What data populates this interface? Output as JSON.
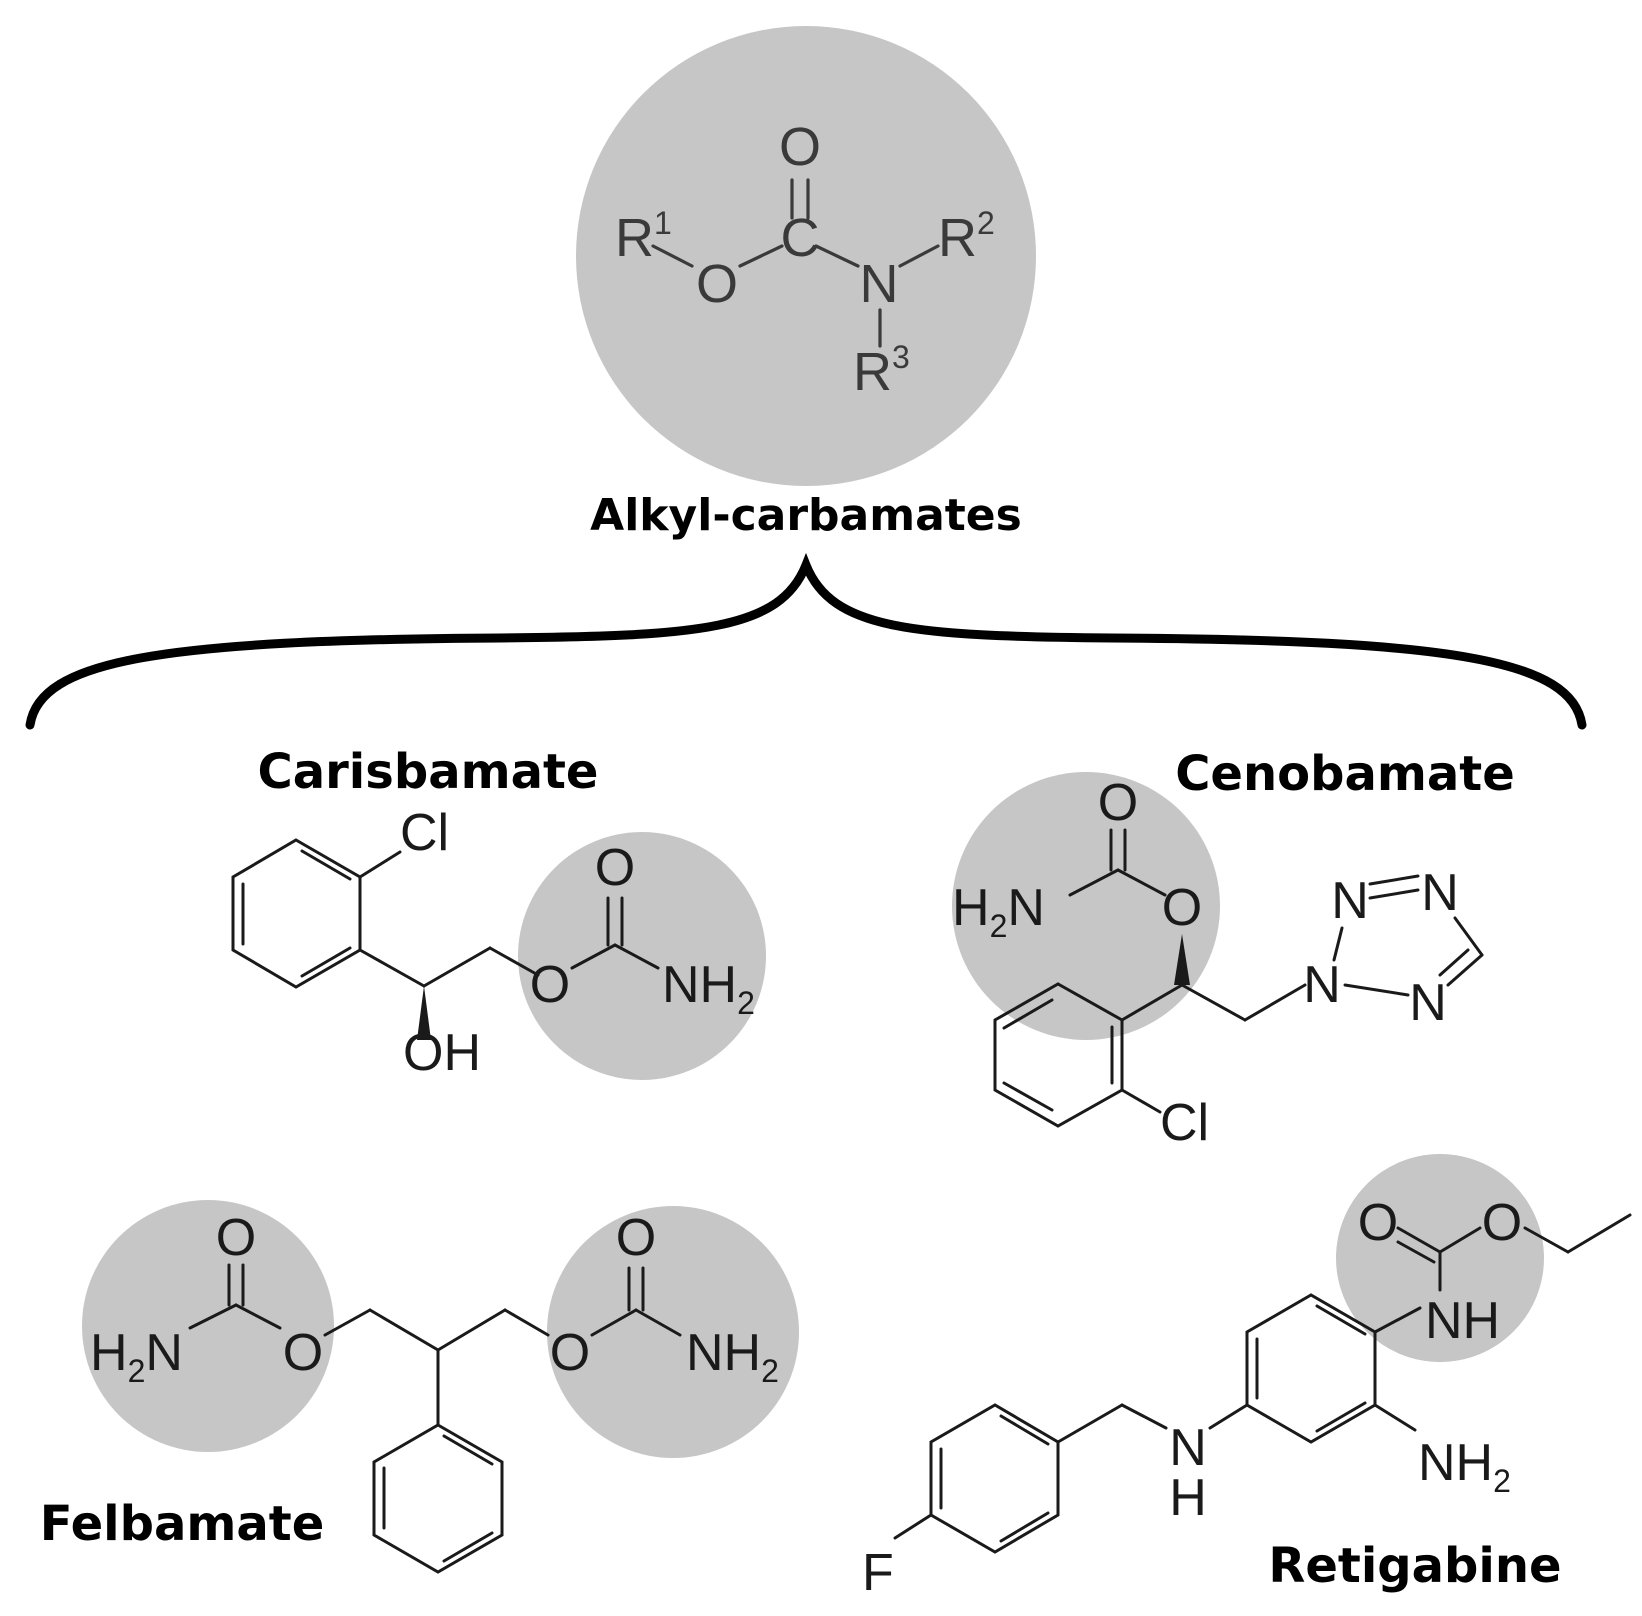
{
  "general_structure": {
    "caption": "Alkyl-carbamates",
    "atoms": {
      "O_double": "O",
      "C": "C",
      "O_ester": "O",
      "N": "N",
      "R1": "R",
      "R2": "R",
      "R3": "R"
    },
    "superscripts": {
      "R1": "1",
      "R2": "2",
      "R3": "3"
    }
  },
  "compounds": {
    "carisbamate": {
      "name": "Carisbamate",
      "atoms": {
        "Cl": "Cl",
        "OH": "OH",
        "O_ester": "O",
        "O_double": "O",
        "NH": "NH",
        "H2_sub": "2"
      }
    },
    "cenobamate": {
      "name": "Cenobamate",
      "atoms": {
        "O_double": "O",
        "H": "H",
        "H_sub": "2",
        "N_amide": "N",
        "O_ester": "O",
        "N1": "N",
        "N2": "N",
        "N3": "N",
        "N4": "N",
        "Cl": "Cl"
      }
    },
    "felbamate": {
      "name": "Felbamate",
      "atoms": {
        "O_double_left": "O",
        "H_left": "H",
        "H_left_sub": "2",
        "N_left": "N",
        "O_ester_left": "O",
        "O_ester_right": "O",
        "O_double_right": "O",
        "NH_right": "NH",
        "H2_right_sub": "2"
      }
    },
    "retigabine": {
      "name": "Retigabine",
      "atoms": {
        "O_double": "O",
        "O_ester": "O",
        "NH_carbamate": "NH",
        "NH2": "NH",
        "NH2_sub": "2",
        "N_amine": "N",
        "H_amine": "H",
        "F": "F"
      }
    }
  },
  "colors": {
    "highlight": "#c6c6c6",
    "bond_black": "#1a1a1a",
    "bond_grey": "#3a3a3a"
  }
}
